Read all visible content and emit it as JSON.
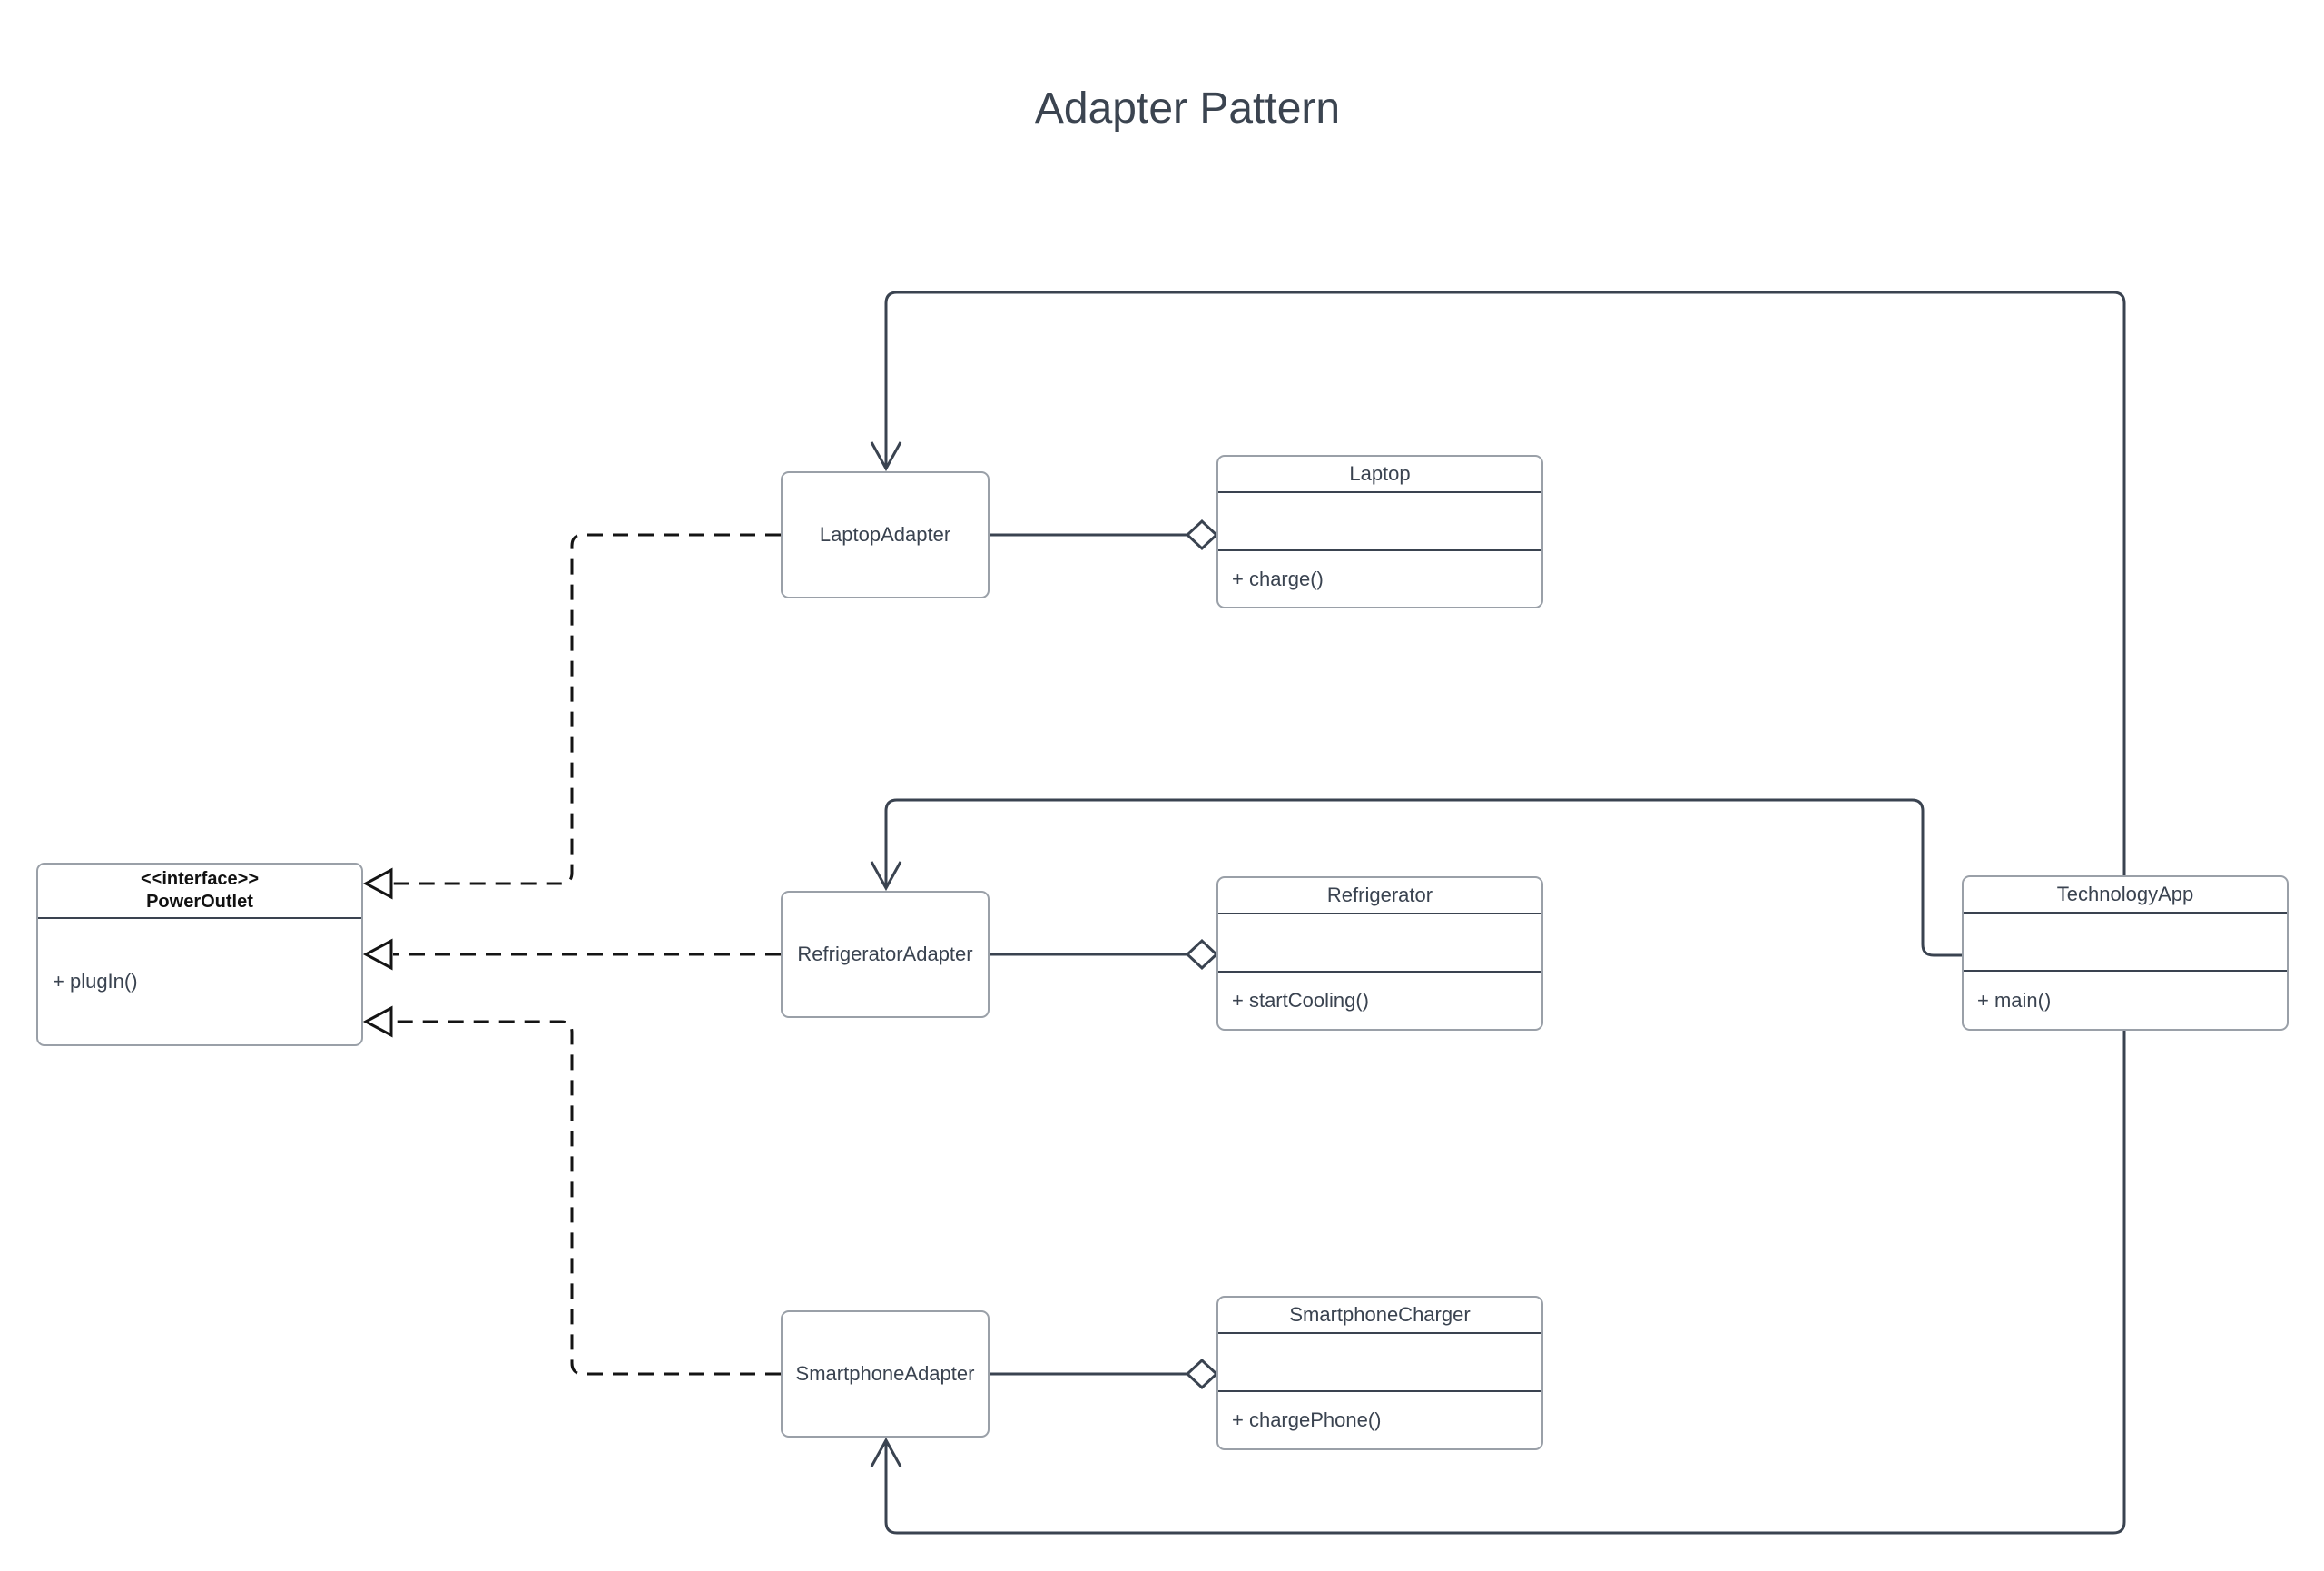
{
  "title": "Adapter Pattern",
  "colors": {
    "solid_edge": "#3a4350",
    "dashed_edge": "#141414",
    "box_border": "#9aa0a8",
    "text": "#3a4350",
    "background": "#ffffff"
  },
  "interface_box": {
    "stereotype": "<<interface>>",
    "name": "PowerOutlet",
    "method": "+ plugIn()"
  },
  "adapters": [
    {
      "name": "LaptopAdapter"
    },
    {
      "name": "RefrigeratorAdapter"
    },
    {
      "name": "SmartphoneAdapter"
    }
  ],
  "adaptees": [
    {
      "name": "Laptop",
      "method": "+ charge()"
    },
    {
      "name": "Refrigerator",
      "method": "+ startCooling()"
    },
    {
      "name": "SmartphoneCharger",
      "method": "+ chargePhone()"
    }
  ],
  "client": {
    "name": "TechnologyApp",
    "method": "+ main()"
  },
  "relationships": [
    {
      "from": "TechnologyApp",
      "to": "LaptopAdapter",
      "type": "association"
    },
    {
      "from": "TechnologyApp",
      "to": "RefrigeratorAdapter",
      "type": "association"
    },
    {
      "from": "TechnologyApp",
      "to": "SmartphoneAdapter",
      "type": "association"
    },
    {
      "from": "LaptopAdapter",
      "to": "PowerOutlet",
      "type": "realization"
    },
    {
      "from": "RefrigeratorAdapter",
      "to": "PowerOutlet",
      "type": "realization"
    },
    {
      "from": "SmartphoneAdapter",
      "to": "PowerOutlet",
      "type": "realization"
    },
    {
      "from": "LaptopAdapter",
      "to": "Laptop",
      "type": "aggregation"
    },
    {
      "from": "RefrigeratorAdapter",
      "to": "Refrigerator",
      "type": "aggregation"
    },
    {
      "from": "SmartphoneAdapter",
      "to": "SmartphoneCharger",
      "type": "aggregation"
    }
  ]
}
